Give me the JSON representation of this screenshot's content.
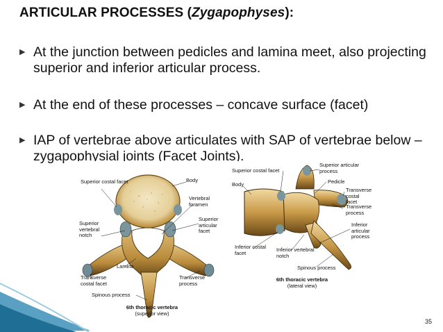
{
  "slide": {
    "title_main": "ARTICULAR PROCESSES (",
    "title_italic": "Zygapophyses",
    "title_end": "):",
    "bullets": [
      "At the junction between pedicles and lamina meet, also projecting superior and inferior articular process.",
      "At the end of these processes – concave surface (facet)",
      "IAP of vertebrae above articulates with SAP of vertebrae below – zygapophysial joints (Facet Joints)."
    ],
    "bullet_icon": "triangle-bullet-icon",
    "page_number": "35"
  },
  "figure": {
    "superior_view": {
      "labels": {
        "superior_costal_facet": "Superior costal facet",
        "body": "Body",
        "vertebral_foramen": "Vertebral foramen",
        "superior_vertebral_notch": "Superior vertebral notch",
        "superior_articular_facet": "Superior articular facet",
        "lamina": "Lamina",
        "transverse_costal_facet": "Transverse costal facet",
        "transverse_process": "Transverse process",
        "spinous_process": "Spinous process"
      },
      "caption_title": "6th thoracic vertebra",
      "caption_sub": "(superior view)"
    },
    "lateral_view": {
      "labels": {
        "superior_costal_facet": "Superior costal facet",
        "superior_articular_process": "Superior articular process",
        "body": "Body",
        "pedicle": "Pedicle",
        "transverse_costal_facet": "Transverse costal facet",
        "transverse_process": "Transverse process",
        "inferior_articular_process": "Inferior articular process",
        "inferior_costal_facet": "Inferior costal facet",
        "inferior_vertebral_notch": "Inferior vertebral notch",
        "spinous_process": "Spinous process"
      },
      "caption_title": "6th thoracic vertebra",
      "caption_sub": "(lateral view)"
    }
  }
}
